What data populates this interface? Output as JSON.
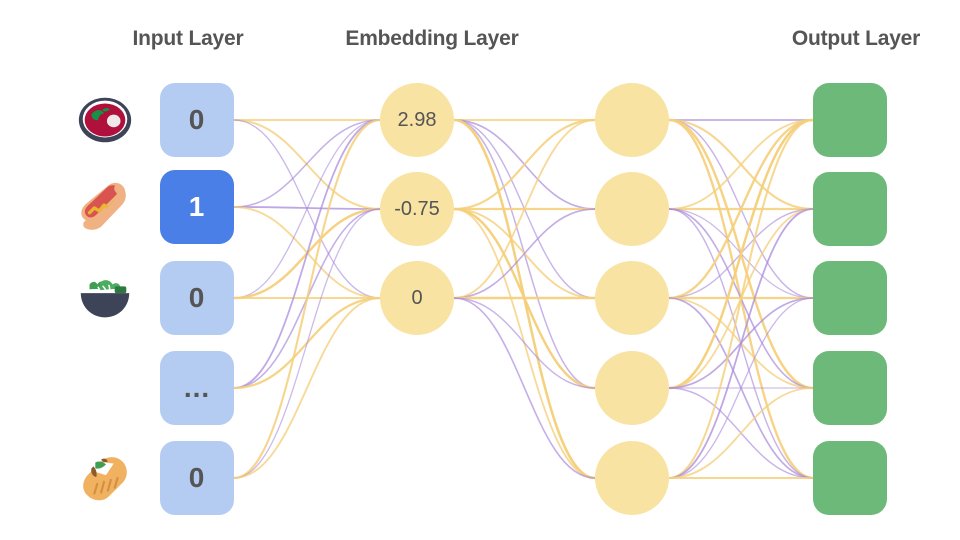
{
  "titles": {
    "input": "Input Layer",
    "embedding": "Embedding Layer",
    "output": "Output Layer"
  },
  "colors": {
    "input_box": "#b5ccf2",
    "input_box_active": "#4a7fe8",
    "embedding_circle": "#f8e3a3",
    "hidden_circle": "#f8e3a3",
    "output_box": "#6cb97a",
    "edge_purple": "#a98adb",
    "edge_yellow": "#f5cf7a",
    "title_text": "#555555",
    "value_text": "#555555",
    "background": "#ffffff"
  },
  "input_layer": {
    "icons": [
      {
        "name": "meat-bowl-icon",
        "label": "meat bowl"
      },
      {
        "name": "hot-dog-icon",
        "label": "hot dog"
      },
      {
        "name": "green-salad-icon",
        "label": "green salad"
      },
      {
        "name": "ellipsis-placeholder",
        "label": ""
      },
      {
        "name": "burrito-icon",
        "label": "burrito"
      }
    ],
    "nodes": [
      {
        "value": "0",
        "active": false
      },
      {
        "value": "1",
        "active": true
      },
      {
        "value": "0",
        "active": false
      },
      {
        "value": "...",
        "active": false
      },
      {
        "value": "0",
        "active": false
      }
    ]
  },
  "embedding_layer": {
    "nodes": [
      {
        "value": "2.98"
      },
      {
        "value": "-0.75"
      },
      {
        "value": "0"
      }
    ]
  },
  "hidden_layer": {
    "nodes": [
      {
        "value": ""
      },
      {
        "value": ""
      },
      {
        "value": ""
      },
      {
        "value": ""
      },
      {
        "value": ""
      }
    ]
  },
  "output_layer": {
    "nodes": [
      {
        "value": ""
      },
      {
        "value": ""
      },
      {
        "value": ""
      },
      {
        "value": ""
      },
      {
        "value": ""
      }
    ]
  }
}
